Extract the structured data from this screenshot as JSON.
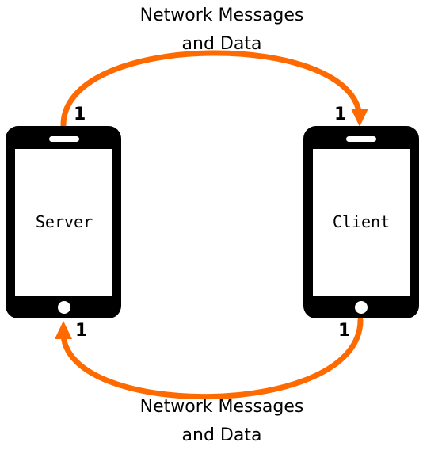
{
  "edges": {
    "top": {
      "caption_line1": "Network Messages",
      "caption_line2": "and Data",
      "source_multiplicity": "1",
      "target_multiplicity": "1"
    },
    "bottom": {
      "caption_line1": "Network Messages",
      "caption_line2": "and Data",
      "source_multiplicity": "1",
      "target_multiplicity": "1"
    }
  },
  "nodes": {
    "server": {
      "label": "Server"
    },
    "client": {
      "label": "Client"
    }
  },
  "colors": {
    "arrow": "#ff6a00",
    "phone_body": "#000000",
    "phone_screen": "#ffffff"
  },
  "icons": [
    "phone-icon",
    "arrow-head-icon"
  ]
}
